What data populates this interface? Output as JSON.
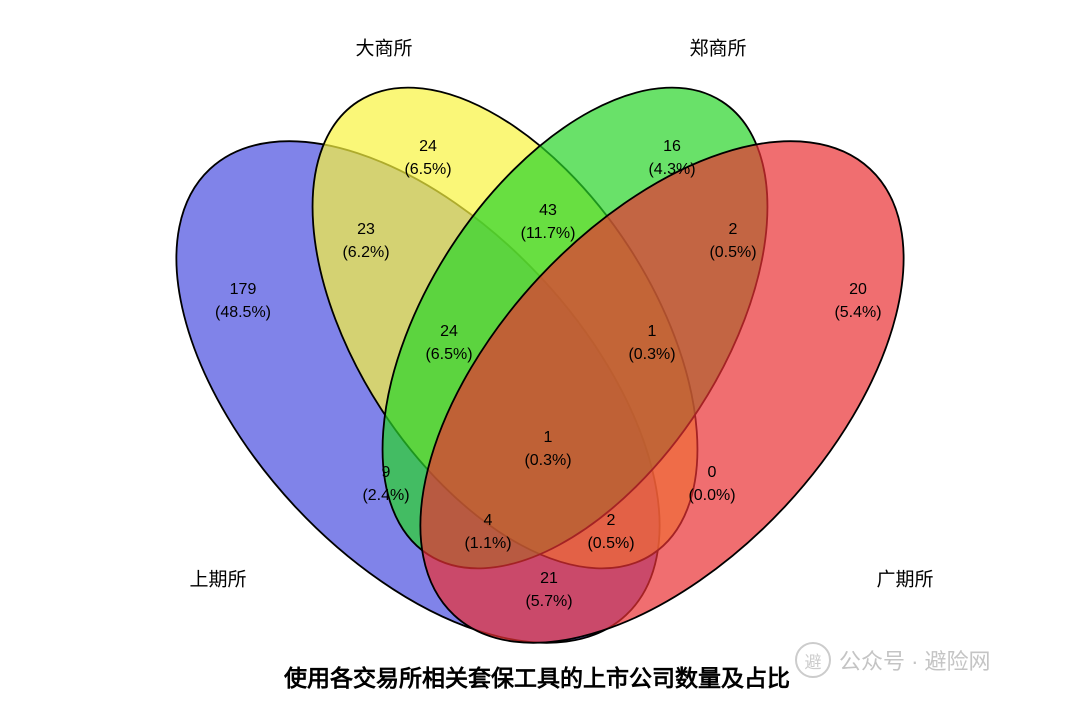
{
  "title": "使用各交易所相关套保工具的上市公司数量及占比",
  "watermark": {
    "logo_char": "避",
    "label": "公众号 · 避险网"
  },
  "chart_data": {
    "type": "venn",
    "title": "使用各交易所相关套保工具的上市公司数量及占比",
    "legend_position": "corner-labels",
    "sets": [
      {
        "name": "上期所",
        "color": "#4A4FE0"
      },
      {
        "name": "大商所",
        "color": "#F8F43E"
      },
      {
        "name": "郑商所",
        "color": "#29D429"
      },
      {
        "name": "广期所",
        "color": "#EA3033"
      }
    ],
    "regions": [
      {
        "sets": [
          "上期所"
        ],
        "count": "179",
        "pct": "(48.5%)"
      },
      {
        "sets": [
          "大商所"
        ],
        "count": "24",
        "pct": "(6.5%)"
      },
      {
        "sets": [
          "郑商所"
        ],
        "count": "16",
        "pct": "(4.3%)"
      },
      {
        "sets": [
          "广期所"
        ],
        "count": "20",
        "pct": "(5.4%)"
      },
      {
        "sets": [
          "上期所",
          "大商所"
        ],
        "count": "23",
        "pct": "(6.2%)"
      },
      {
        "sets": [
          "大商所",
          "郑商所"
        ],
        "count": "43",
        "pct": "(11.7%)"
      },
      {
        "sets": [
          "郑商所",
          "广期所"
        ],
        "count": "2",
        "pct": "(0.5%)"
      },
      {
        "sets": [
          "上期所",
          "郑商所"
        ],
        "count": "9",
        "pct": "(2.4%)"
      },
      {
        "sets": [
          "大商所",
          "广期所"
        ],
        "count": "0",
        "pct": "(0.0%)"
      },
      {
        "sets": [
          "上期所",
          "广期所"
        ],
        "count": "21",
        "pct": "(5.7%)"
      },
      {
        "sets": [
          "上期所",
          "大商所",
          "郑商所"
        ],
        "count": "24",
        "pct": "(6.5%)"
      },
      {
        "sets": [
          "大商所",
          "郑商所",
          "广期所"
        ],
        "count": "1",
        "pct": "(0.3%)"
      },
      {
        "sets": [
          "上期所",
          "郑商所",
          "广期所"
        ],
        "count": "4",
        "pct": "(1.1%)"
      },
      {
        "sets": [
          "上期所",
          "大商所",
          "广期所"
        ],
        "count": "2",
        "pct": "(0.5%)"
      },
      {
        "sets": [
          "上期所",
          "大商所",
          "郑商所",
          "广期所"
        ],
        "count": "1",
        "pct": "(0.3%)"
      }
    ]
  }
}
